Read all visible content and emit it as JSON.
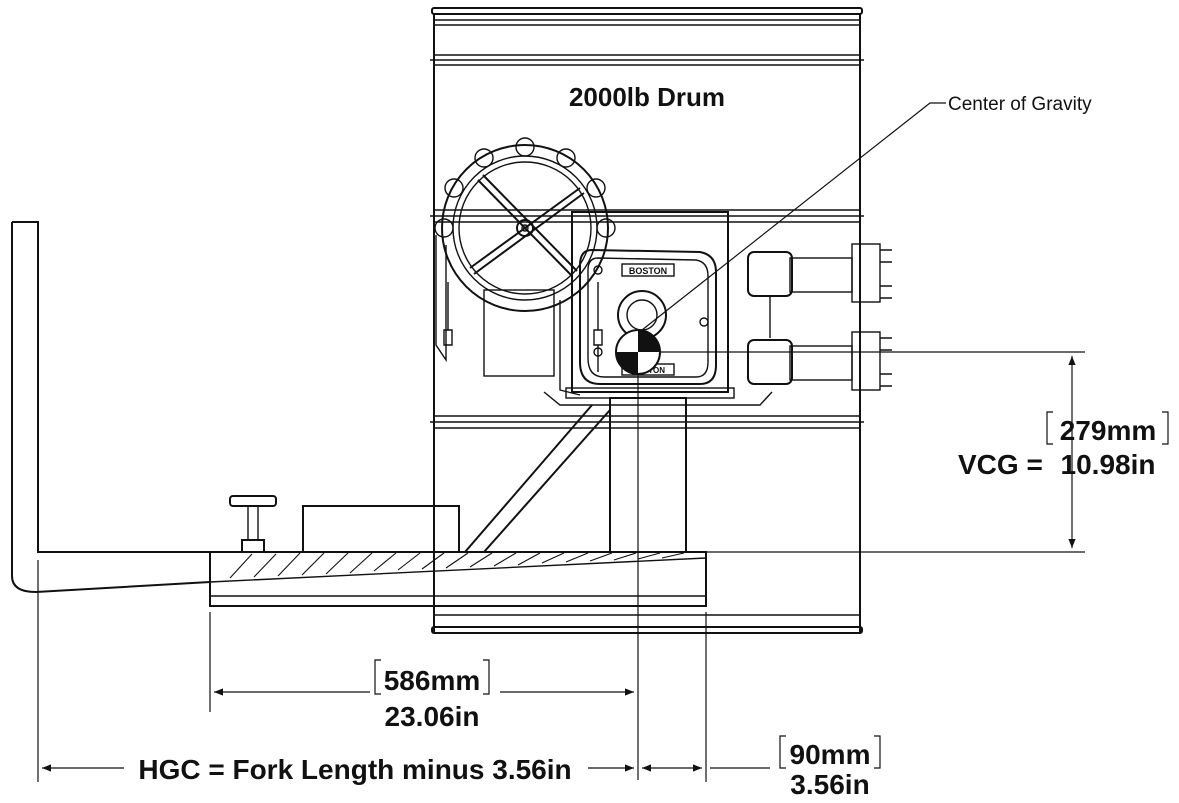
{
  "labels": {
    "drum_title": "2000lb Drum",
    "cog_callout": "Center of Gravity",
    "brand_plate_top": "BOSTON",
    "brand_plate_bottom": "BOSTON",
    "vcg_prefix": "VCG =",
    "vcg_mm": "279mm",
    "vcg_in": "10.98in",
    "width_mm": "586mm",
    "width_in": "23.06in",
    "hgc_text": "HGC = Fork Length minus 3.56in",
    "offset_mm": "90mm",
    "offset_in": "3.56in"
  },
  "colors": {
    "line": "#111111",
    "background": "#ffffff"
  },
  "icons": {
    "cog_marker": "center-of-gravity-icon",
    "handwheel": "handwheel-icon"
  }
}
